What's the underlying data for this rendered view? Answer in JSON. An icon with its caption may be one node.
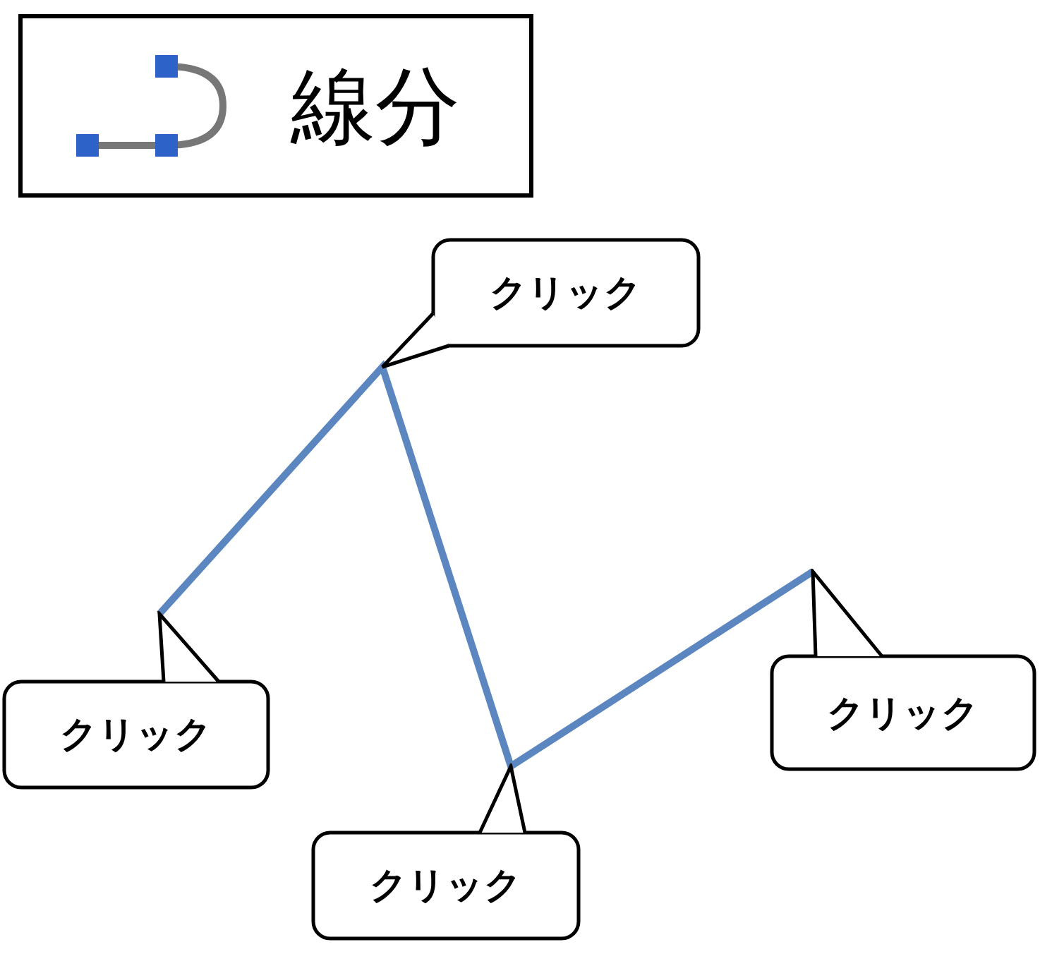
{
  "diagram": {
    "nodes": [
      {
        "text": [
          "線分"
        ]
      },
      {
        "text": [
          "クリック"
        ]
      },
      {
        "text": [
          "クリック"
        ]
      },
      {
        "text": [
          "クリック"
        ]
      },
      {
        "text": [
          "クリック"
        ]
      }
    ]
  }
}
